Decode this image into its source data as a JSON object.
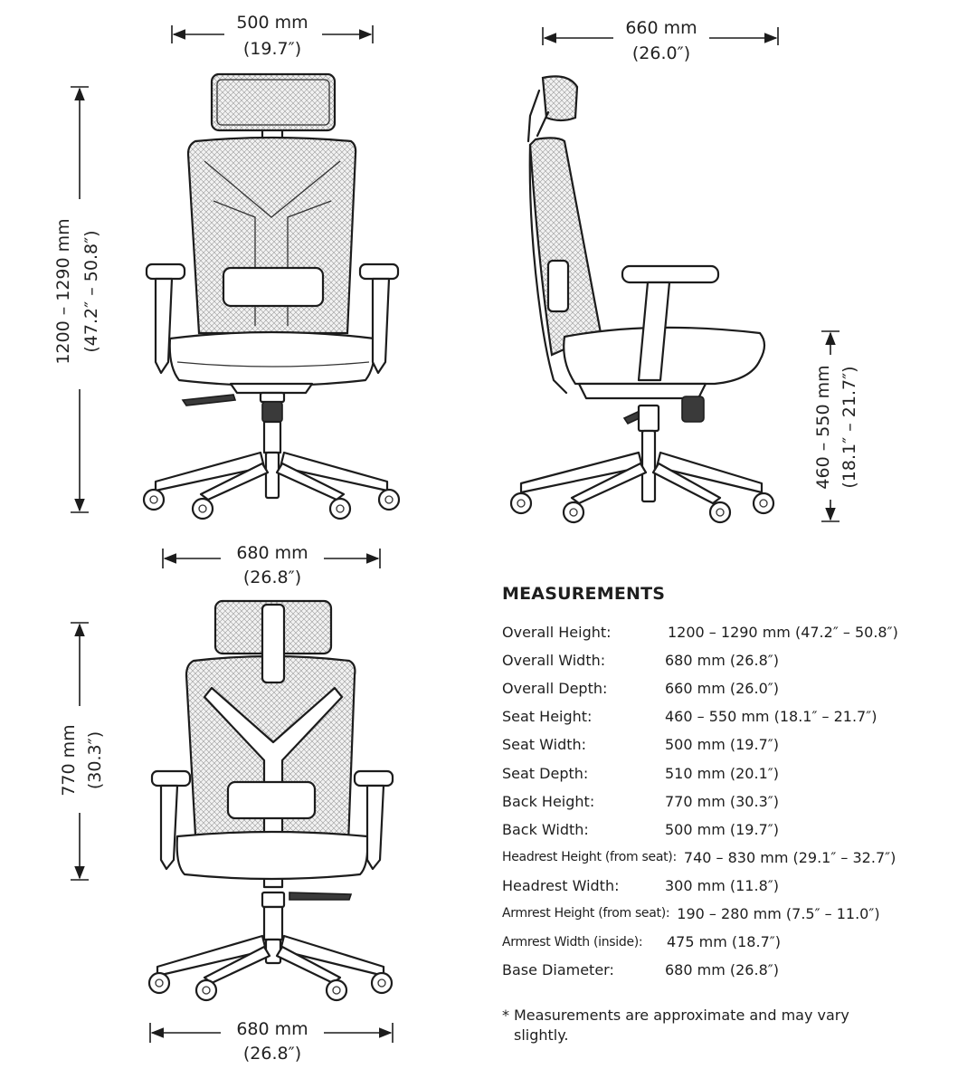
{
  "dimensions": {
    "front_width": {
      "mm": "500 mm",
      "in": "(19.7″)"
    },
    "side_depth": {
      "mm": "660 mm",
      "in": "(26.0″)"
    },
    "front_height": {
      "mm": "1200 – 1290 mm",
      "in": "(47.2″ – 50.8″)"
    },
    "seat_height": {
      "mm": "460 – 550 mm",
      "in": "(18.1″ – 21.7″)"
    },
    "front_base_width": {
      "mm": "680 mm",
      "in": "(26.8″)"
    },
    "back_height": {
      "mm": "770 mm",
      "in": "(30.3″)"
    },
    "back_base_width": {
      "mm": "680 mm",
      "in": "(26.8″)"
    }
  },
  "measurements": {
    "heading": "MEASUREMENTS",
    "rows": [
      {
        "label": "Overall Height:",
        "value": "1200 – 1290 mm (47.2″ – 50.8″)"
      },
      {
        "label": "Overall Width:",
        "value": "680 mm (26.8″)"
      },
      {
        "label": "Overall Depth:",
        "value": "660 mm (26.0″)"
      },
      {
        "label": "Seat Height:",
        "value": "460 – 550 mm (18.1″ – 21.7″)"
      },
      {
        "label": "Seat Width:",
        "value": "500 mm (19.7″)"
      },
      {
        "label": "Seat Depth:",
        "value": "510 mm (20.1″)"
      },
      {
        "label": "Back Height:",
        "value": "770 mm (30.3″)"
      },
      {
        "label": "Back Width:",
        "value": "500 mm (19.7″)"
      },
      {
        "label": "Headrest Height (from seat):",
        "value": "740 – 830 mm (29.1″ – 32.7″)"
      },
      {
        "label": "Headrest Width:",
        "value": "300 mm (11.8″)"
      },
      {
        "label": "Armrest Height (from seat):",
        "value": "190 – 280 mm (7.5″ – 11.0″)"
      },
      {
        "label": "Armrest Width (inside):",
        "value": "475 mm (18.7″)"
      },
      {
        "label": "Base Diameter:",
        "value": "680 mm (26.8″)"
      }
    ]
  },
  "note": {
    "star": "*",
    "line1": "Measurements are approximate and may vary",
    "line2": "slightly."
  }
}
